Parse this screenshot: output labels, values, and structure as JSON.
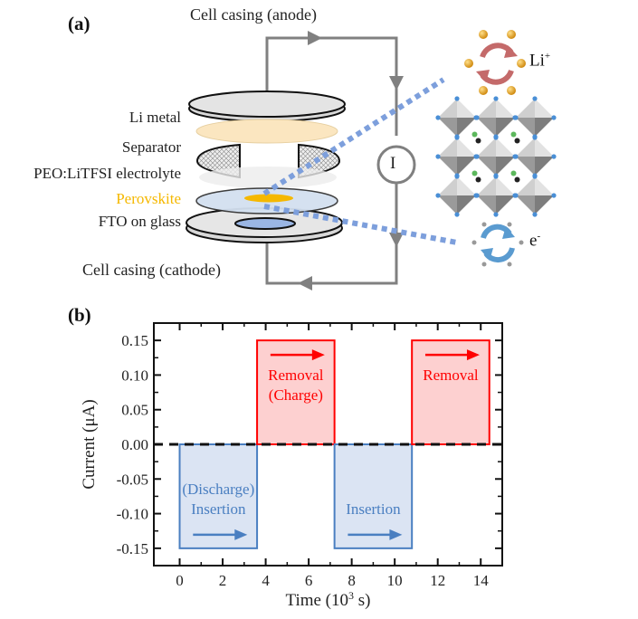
{
  "panel_a": {
    "label": "(a)",
    "anode_label": "Cell casing (anode)",
    "cathode_label": "Cell casing (cathode)",
    "layers": [
      {
        "label": "Li metal",
        "color": "#222222"
      },
      {
        "label": "Separator",
        "color": "#222222"
      },
      {
        "label": "PEO:LiTFSI electrolyte",
        "color": "#222222"
      },
      {
        "label": "Perovskite",
        "color": "#f5b800"
      },
      {
        "label": "FTO on glass",
        "color": "#222222"
      }
    ],
    "meter_symbol": "I",
    "ion_label": "Li",
    "ion_superscript": "+",
    "electron_label": "e",
    "electron_superscript": "-",
    "colors": {
      "wire": "#808080",
      "ion_cycle_arrow": "#c46a6a",
      "electron_cycle_arrow": "#5a9bd0",
      "ion_dot": "#e0a020",
      "dotted_guide": "#7d9fdc",
      "perovskite": "#f5b800",
      "li_layer": "#fbe6c0"
    }
  },
  "panel_b": {
    "label": "(b)"
  },
  "chart_data": {
    "type": "bar",
    "title": "",
    "xlabel": "Time (10",
    "xlabel_sup": "3",
    "xlabel_end": " s)",
    "ylabel": "Current (μA)",
    "xlim": [
      -1.2,
      15
    ],
    "ylim": [
      -0.175,
      0.175
    ],
    "x_ticks": [
      0,
      2,
      4,
      6,
      8,
      10,
      12,
      14
    ],
    "x_tick_labels": [
      "0",
      "2",
      "4",
      "6",
      "8",
      "10",
      "12",
      "14"
    ],
    "y_ticks": [
      0.15,
      0.1,
      0.05,
      0.0,
      -0.05,
      -0.1,
      -0.15
    ],
    "y_tick_labels": [
      "0.15",
      "0.10",
      "0.05",
      "0.00",
      "-0.05",
      "-0.10",
      "-0.15"
    ],
    "zero_line": "dashed",
    "grid": false,
    "segments": [
      {
        "name": "insertion-1",
        "x_start": 0.0,
        "x_end": 3.6,
        "current": -0.15,
        "color": "#4a7fc1",
        "fill": "#dbe4f3",
        "lines": [
          "(Discharge)",
          "Insertion"
        ],
        "arrow": "right",
        "arrow_position": "bottom"
      },
      {
        "name": "removal-1",
        "x_start": 3.6,
        "x_end": 7.2,
        "current": 0.15,
        "color": "#ff0000",
        "fill": "#fdd0d0",
        "lines": [
          "Removal",
          "(Charge)"
        ],
        "arrow": "right",
        "arrow_position": "top"
      },
      {
        "name": "insertion-2",
        "x_start": 7.2,
        "x_end": 10.8,
        "current": -0.15,
        "color": "#4a7fc1",
        "fill": "#dbe4f3",
        "lines": [
          "Insertion"
        ],
        "arrow": "right",
        "arrow_position": "bottom"
      },
      {
        "name": "removal-2",
        "x_start": 10.8,
        "x_end": 14.4,
        "current": 0.15,
        "color": "#ff0000",
        "fill": "#fdd0d0",
        "lines": [
          "Removal"
        ],
        "arrow": "right",
        "arrow_position": "top"
      }
    ]
  }
}
